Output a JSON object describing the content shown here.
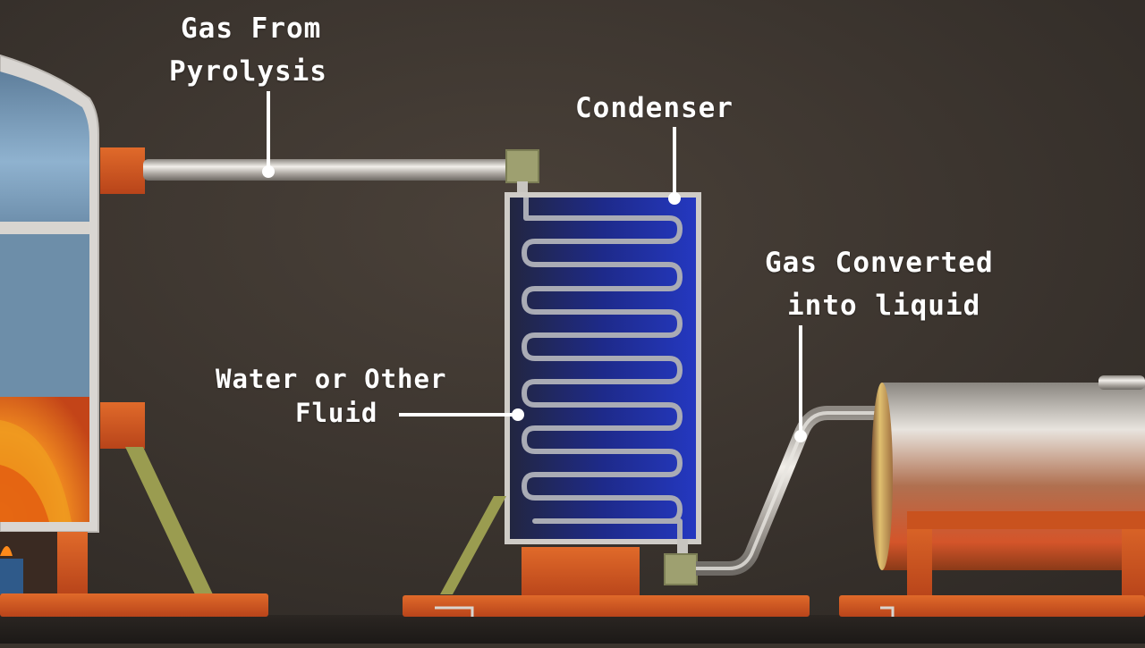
{
  "labels": {
    "gas_from_pyrolysis": {
      "line1": "Gas From",
      "line2": "Pyrolysis"
    },
    "condenser": "Condenser",
    "gas_converted": {
      "line1": "Gas Converted",
      "line2": "into liquid"
    },
    "water_fluid": {
      "line1": "Water or Other",
      "line2": "Fluid"
    }
  },
  "colors": {
    "background": "#3b342e",
    "label_text": "#ffffff",
    "orange_metal": "#d55a1f",
    "condenser_fluid": "#1f2fa0",
    "pipe_silver": "#c9c6c2"
  }
}
